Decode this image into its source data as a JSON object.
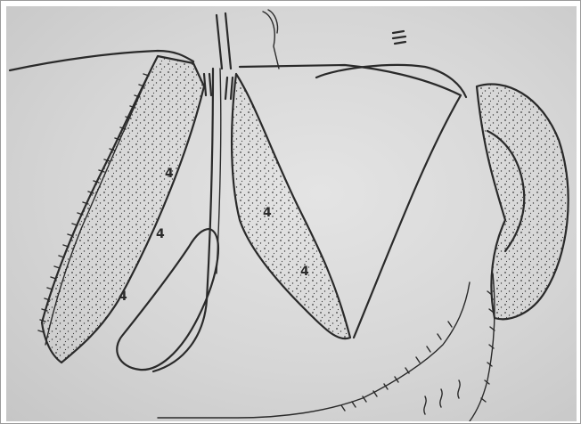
{
  "figure": {
    "marks": [
      "4",
      "4",
      "4",
      "4",
      "4"
    ]
  }
}
